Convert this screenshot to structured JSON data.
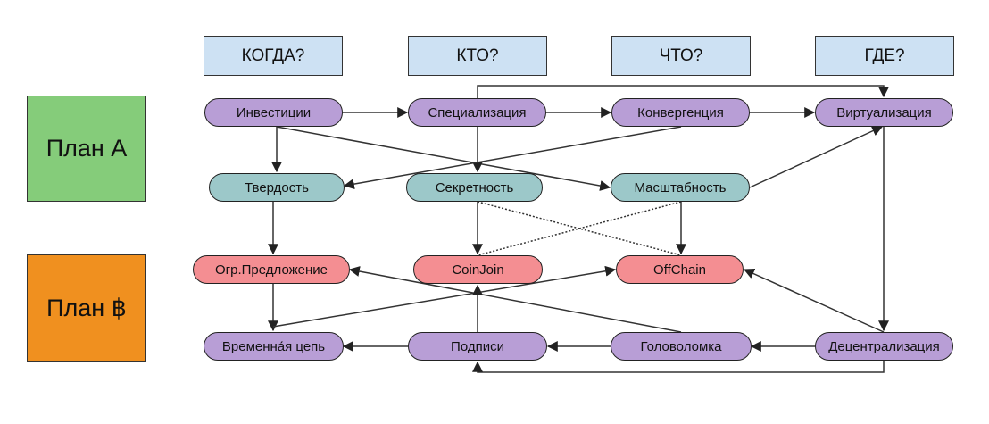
{
  "colors": {
    "header": "#cde1f3",
    "plan_a": "#85cc7a",
    "plan_b": "#f0901f",
    "purple": "#b89ed6",
    "teal": "#9cc8c9",
    "pink": "#f48e92"
  },
  "headers": [
    "КОГДА?",
    "КТО?",
    "ЧТО?",
    "ГДЕ?"
  ],
  "plans": {
    "a": "План А",
    "b": "План ฿"
  },
  "nodes": {
    "investments": "Инвестиции",
    "specialization": "Специализация",
    "convergence": "Конвергенция",
    "virtualization": "Виртуализация",
    "hardness": "Твердость",
    "secrecy": "Секретность",
    "scalability": "Масштабность",
    "limited_supply": "Огр.Предложение",
    "coinjoin": "CoinJoin",
    "offchain": "OffChain",
    "timechain": "Временна́я цепь",
    "signatures": "Подписи",
    "puzzle": "Головоломка",
    "decentralization": "Децентрализация"
  },
  "edges": [
    {
      "from": "investments",
      "to": "specialization",
      "style": "solid"
    },
    {
      "from": "specialization",
      "to": "convergence",
      "style": "solid"
    },
    {
      "from": "convergence",
      "to": "virtualization",
      "style": "solid"
    },
    {
      "from": "specialization",
      "to": "virtualization",
      "style": "solid"
    },
    {
      "from": "investments",
      "to": "hardness",
      "style": "solid"
    },
    {
      "from": "investments",
      "to": "scalability",
      "style": "solid"
    },
    {
      "from": "specialization",
      "to": "secrecy",
      "style": "solid"
    },
    {
      "from": "convergence",
      "to": "hardness",
      "style": "solid"
    },
    {
      "from": "scalability",
      "to": "virtualization",
      "style": "solid"
    },
    {
      "from": "virtualization",
      "to": "decentralization",
      "style": "solid"
    },
    {
      "from": "hardness",
      "to": "limited_supply",
      "style": "solid"
    },
    {
      "from": "secrecy",
      "to": "coinjoin",
      "style": "solid"
    },
    {
      "from": "scalability",
      "to": "offchain",
      "style": "solid"
    },
    {
      "from": "secrecy",
      "to": "offchain",
      "style": "dotted"
    },
    {
      "from": "scalability",
      "to": "coinjoin",
      "style": "dotted"
    },
    {
      "from": "limited_supply",
      "to": "timechain",
      "style": "solid"
    },
    {
      "from": "timechain",
      "to": "offchain",
      "style": "solid"
    },
    {
      "from": "puzzle",
      "to": "limited_supply",
      "style": "solid"
    },
    {
      "from": "signatures",
      "to": "coinjoin",
      "style": "solid"
    },
    {
      "from": "decentralization",
      "to": "offchain",
      "style": "solid"
    },
    {
      "from": "signatures",
      "to": "timechain",
      "style": "solid"
    },
    {
      "from": "puzzle",
      "to": "signatures",
      "style": "solid"
    },
    {
      "from": "decentralization",
      "to": "puzzle",
      "style": "solid"
    },
    {
      "from": "decentralization",
      "to": "signatures",
      "style": "solid"
    }
  ]
}
